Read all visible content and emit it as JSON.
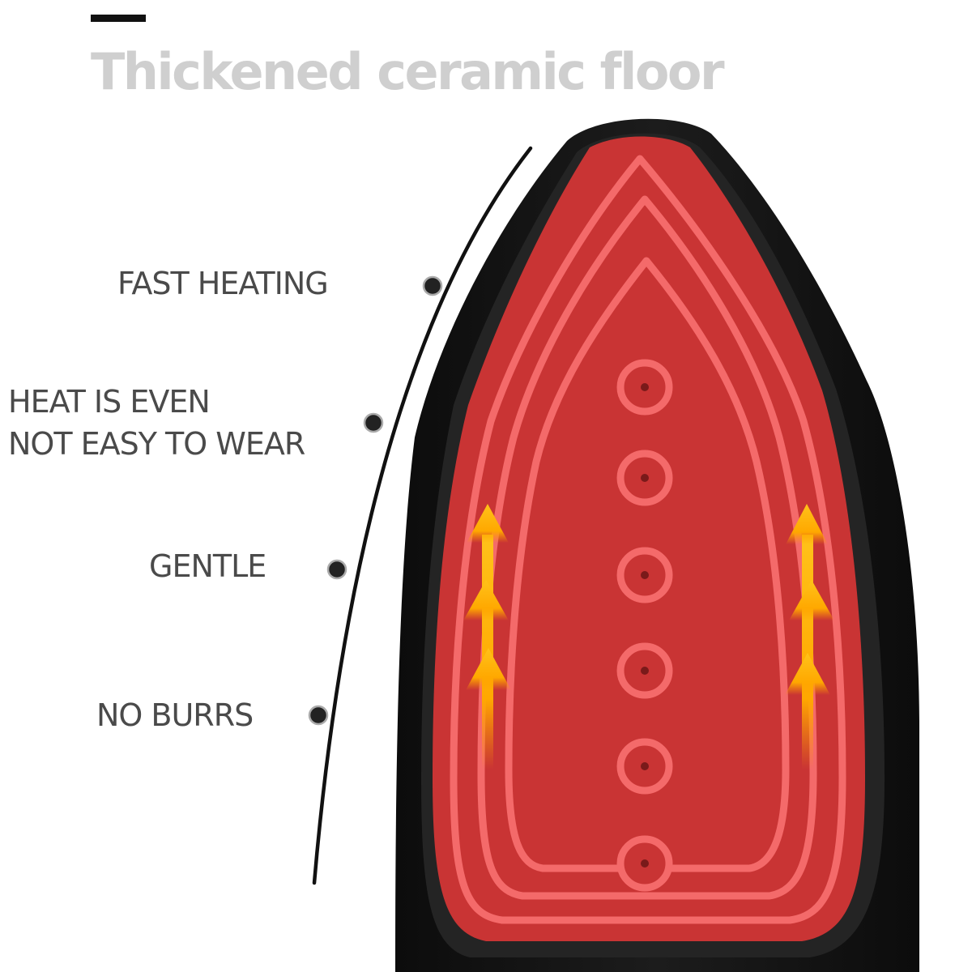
{
  "headline": "Thickened ceramic floor",
  "features": [
    {
      "line1": "FAST HEATING"
    },
    {
      "line1": "HEAT IS EVEN",
      "line2": "NOT EASY TO WEAR"
    },
    {
      "line1": "GENTLE"
    },
    {
      "line1": "NO BURRS"
    }
  ],
  "colors": {
    "headline": "#cfcfcf",
    "feature_text": "#4a4a4a",
    "soleplate_red": "#c93434",
    "heat_lines": "#f46a6a",
    "shell": "#141414",
    "arrows": "#ffb400"
  }
}
